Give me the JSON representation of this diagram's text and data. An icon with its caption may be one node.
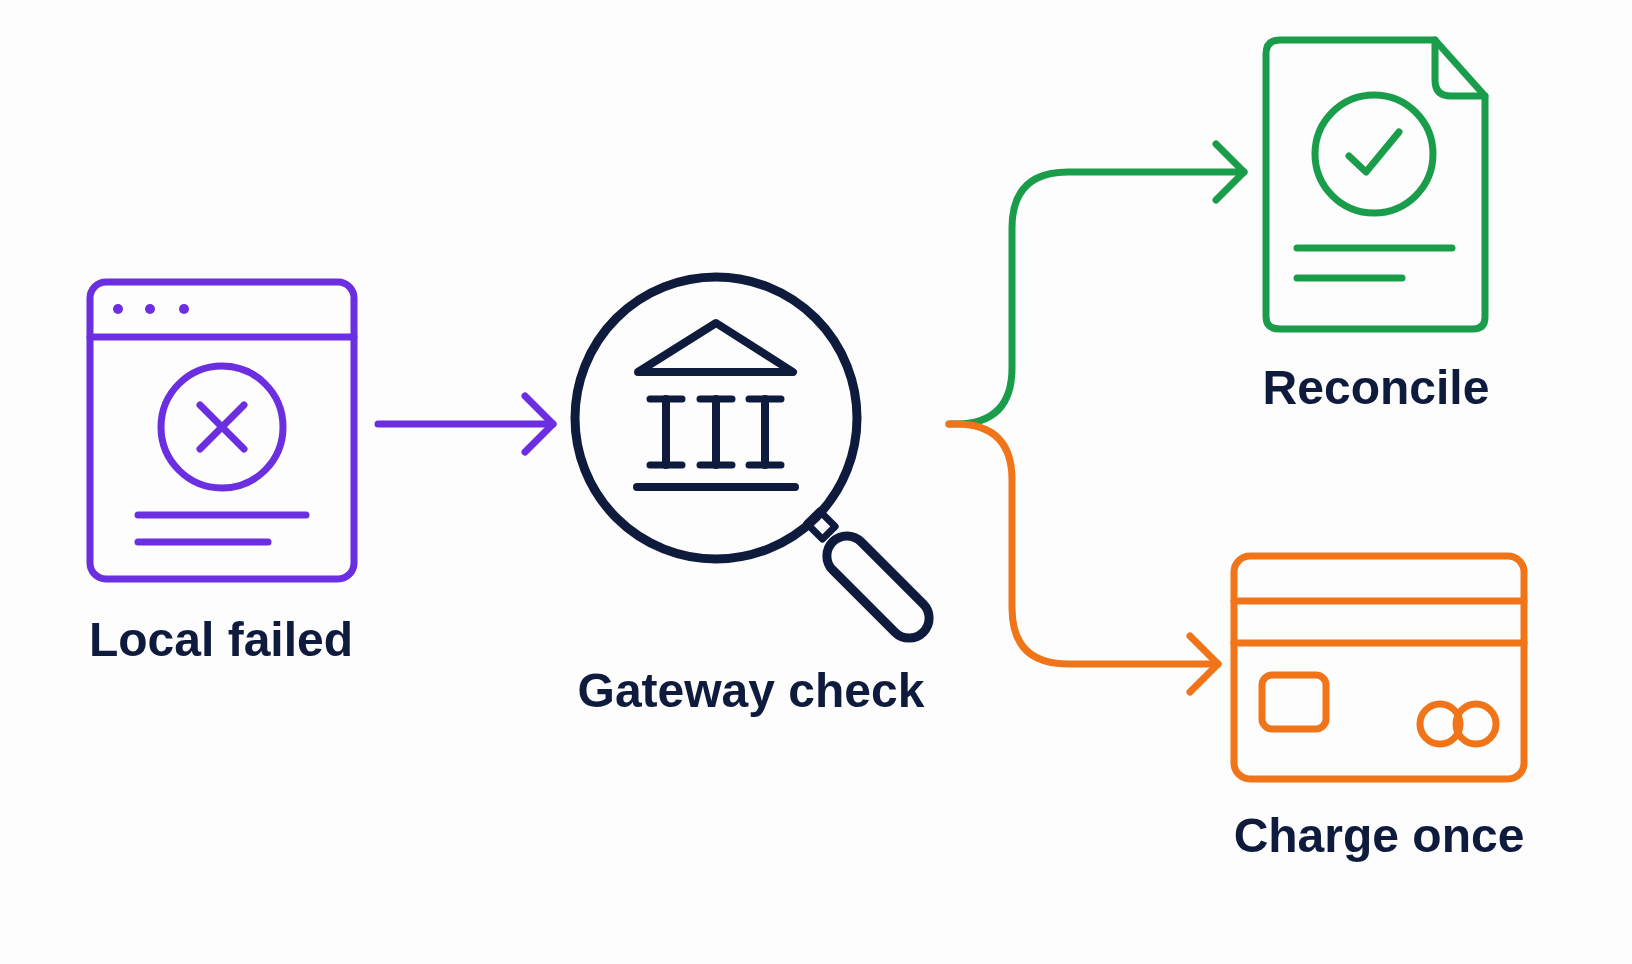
{
  "diagram": {
    "nodes": [
      {
        "text": [
          "Local failed"
        ]
      },
      {
        "text": [
          "Gateway check"
        ]
      },
      {
        "text": [
          "Reconcile"
        ]
      },
      {
        "text": [
          "Charge once"
        ]
      }
    ],
    "edges": [
      {
        "from": 0,
        "to": 1,
        "arrow": "to",
        "color": "#6b2ee0"
      },
      {
        "from": 1,
        "to": 2,
        "arrow": "to",
        "color": "#1a9d4b"
      },
      {
        "from": 1,
        "to": 3,
        "arrow": "to",
        "color": "#f27418"
      }
    ]
  }
}
